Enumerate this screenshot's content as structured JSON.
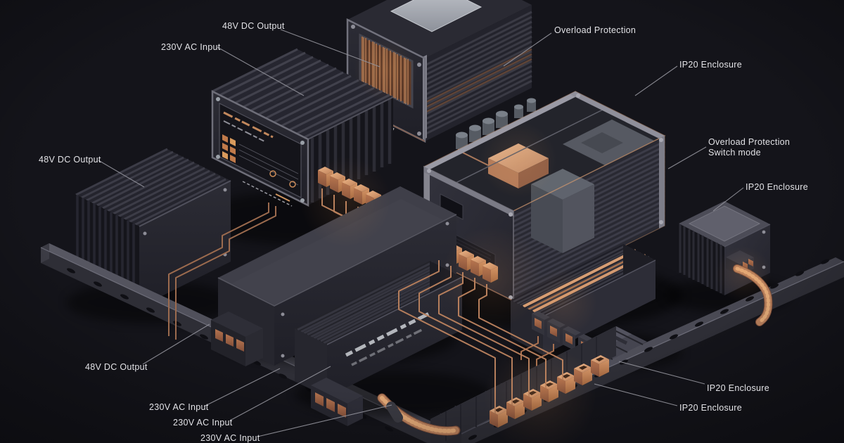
{
  "scene": {
    "type": "isometric-technical-illustration",
    "subject": "DIN-rail switch-mode power supply lineup with labelled callouts",
    "background": "#121218",
    "copper_accent": "#c98a62",
    "leader_color": "#94949c",
    "label_color": "#e2e2e6"
  },
  "callouts": {
    "dc_output_top": "48V DC Output",
    "ac_input_top": "230V AC Input",
    "overload_top": "Overload Protection",
    "ip20_top": "IP20 Enclosure",
    "overload_right_line1": "Overload Protection",
    "overload_right_line2": "Switch mode",
    "ip20_right": "IP20 Enclosure",
    "dc_output_left": "48V DC Output",
    "dc_output_bottom": "48V DC Output",
    "ac_input_b1": "230V AC Input",
    "ac_input_b2": "230V AC Input",
    "ac_input_b3": "230V AC Input",
    "ip20_b1": "IP20 Enclosure",
    "ip20_b2": "IP20 Enclosure"
  },
  "components": {
    "names": [
      "finned-psu-with-label-plate",
      "transformer-coil-module",
      "transparent-enclosure-psu",
      "heatsink-block",
      "compact-box-psu",
      "finned-psu-small",
      "wall-psu-small",
      "finned-psu-copper-stripes",
      "din-rail-terminal-block-row",
      "din-rail-left",
      "din-rail-right",
      "copper-output-wires",
      "braided-copper-cables"
    ]
  }
}
